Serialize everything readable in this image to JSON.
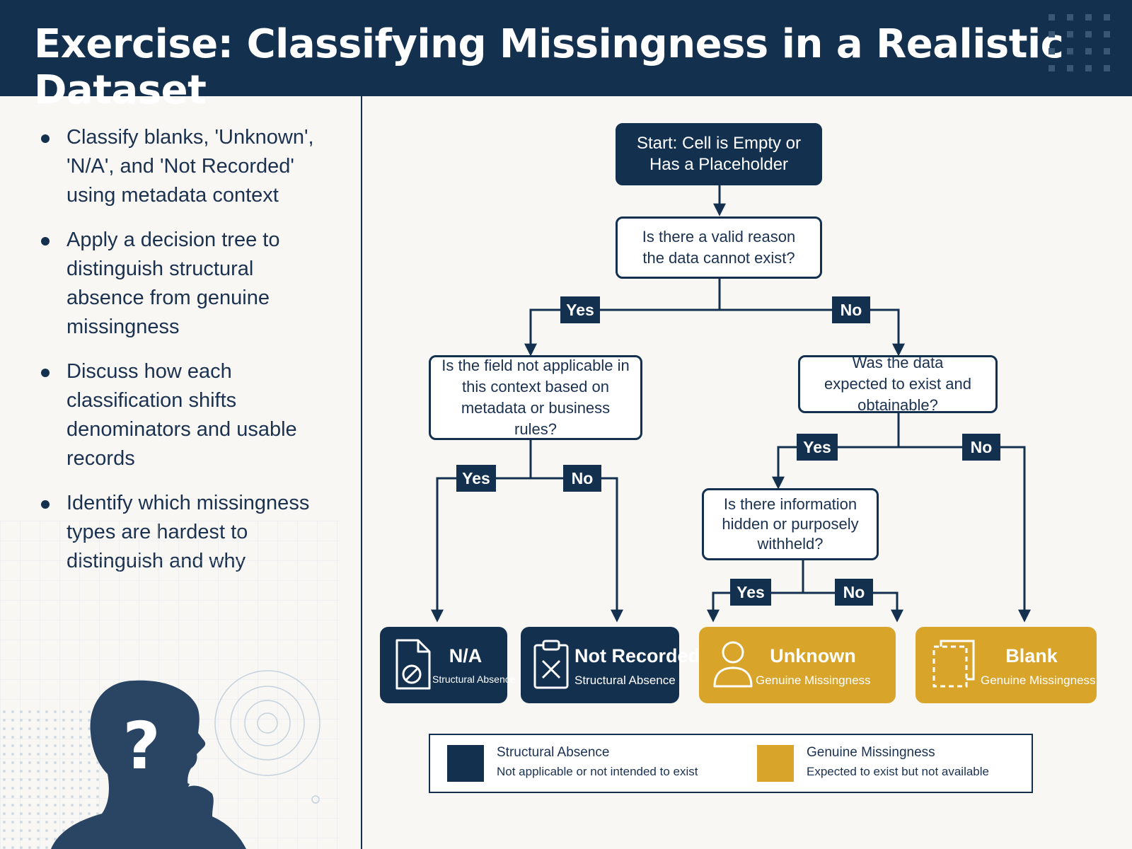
{
  "header": {
    "title": "Exercise: Classifying Missingness in a Realistic Dataset"
  },
  "bullets": [
    "Classify blanks, 'Unknown', 'N/A', and 'Not Recorded' using metadata context",
    "Apply a decision tree to distinguish structural absence from genuine missingness",
    "Discuss how each classification shifts denominators and usable records",
    "Identify which missingness types are hardest to distinguish and why"
  ],
  "flowchart": {
    "start": "Start: Cell is Empty or Has a Placeholder",
    "q1": "Is there a valid reason the data cannot exist?",
    "q2": "Is the field not applicable in this context based on metadata or business rules?",
    "q3": "Was the data expected to exist and obtainable?",
    "q4": "Is there information hidden or purposely withheld?",
    "yes": "Yes",
    "no": "No",
    "results": {
      "na": {
        "title": "N/A",
        "subtitle": "Structural Absence",
        "icon": "document-prohibited-icon"
      },
      "not_recorded": {
        "title": "Not Recorded",
        "subtitle": "Structural Absence",
        "icon": "clipboard-x-icon"
      },
      "unknown": {
        "title": "Unknown",
        "subtitle": "Genuine Missingness",
        "icon": "person-icon"
      },
      "blank": {
        "title": "Blank",
        "subtitle": "Genuine Missingness",
        "icon": "dashed-square-icon"
      }
    }
  },
  "legend": {
    "structural": {
      "title": "Structural Absence",
      "desc": "Not applicable or not intended to exist",
      "color": "#13304f"
    },
    "genuine": {
      "title": "Genuine Missingness",
      "desc": "Expected to exist but not available",
      "color": "#d9a42a"
    }
  },
  "colors": {
    "navy": "#13304f",
    "gold": "#d9a42a",
    "background": "#f8f7f4"
  }
}
